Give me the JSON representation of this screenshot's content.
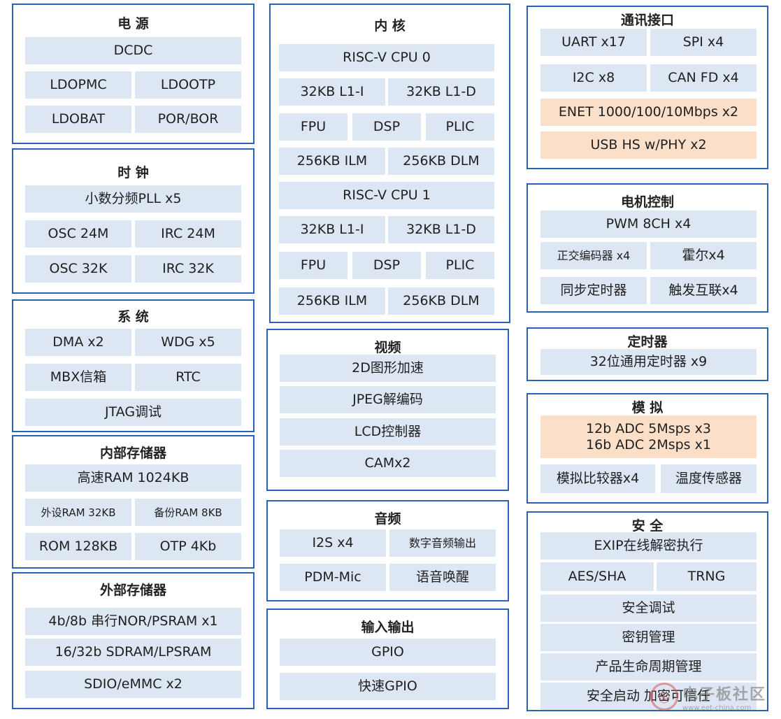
{
  "power": {
    "title": "电 源",
    "dcdc": "DCDC",
    "ldopmc": "LDOPMC",
    "ldootp": "LDOOTP",
    "ldobat": "LDOBAT",
    "porbor": "POR/BOR"
  },
  "clock": {
    "title": "时 钟",
    "pll": "小数分频PLL x5",
    "osc24m": "OSC 24M",
    "irc24m": "IRC 24M",
    "osc32k": "OSC 32K",
    "irc32k": "IRC 32K"
  },
  "system": {
    "title": "系 统",
    "dma": "DMA x2",
    "wdg": "WDG x5",
    "mbx": "MBX信箱",
    "rtc": "RTC",
    "jtag": "JTAG调试"
  },
  "internal_mem": {
    "title": "内部存储器",
    "ram": "高速RAM 1024KB",
    "periph_ram": "外设RAM 32KB",
    "backup_ram": "备份RAM 8KB",
    "rom": "ROM 128KB",
    "otp": "OTP 4Kb"
  },
  "external_mem": {
    "title": "外部存储器",
    "nor": "4b/8b 串行NOR/PSRAM x1",
    "sdram": "16/32b SDRAM/LPSRAM",
    "sdio": "SDIO/eMMC x2"
  },
  "core": {
    "title": "内 核",
    "cpu0": "RISC-V CPU 0",
    "cpu0_l1i": "32KB L1-I",
    "cpu0_l1d": "32KB L1-D",
    "cpu0_fpu": "FPU",
    "cpu0_dsp": "DSP",
    "cpu0_plic": "PLIC",
    "cpu0_ilm": "256KB ILM",
    "cpu0_dlm": "256KB DLM",
    "cpu1": "RISC-V CPU 1",
    "cpu1_l1i": "32KB L1-I",
    "cpu1_l1d": "32KB L1-D",
    "cpu1_fpu": "FPU",
    "cpu1_dsp": "DSP",
    "cpu1_plic": "PLIC",
    "cpu1_ilm": "256KB ILM",
    "cpu1_dlm": "256KB DLM"
  },
  "video": {
    "title": "视频",
    "gfx2d": "2D图形加速",
    "jpeg": "JPEG解编码",
    "lcd": "LCD控制器",
    "cam": "CAMx2"
  },
  "audio": {
    "title": "音频",
    "i2s": "I2S x4",
    "digital_out": "数字音频输出",
    "pdm": "PDM-Mic",
    "wake": "语音唤醒"
  },
  "io": {
    "title": "输入输出",
    "gpio": "GPIO",
    "fast_gpio": "快速GPIO"
  },
  "comm": {
    "title": "通讯接口",
    "uart": "UART x17",
    "spi": "SPI x4",
    "i2c": "I2C x8",
    "canfd": "CAN FD x4",
    "enet": "ENET 1000/100/10Mbps x2",
    "usb": "USB HS w/PHY x2"
  },
  "motor": {
    "title": "电机控制",
    "pwm": "PWM 8CH x4",
    "encoder": "正交编码器 x4",
    "hall": "霍尔x4",
    "sync_timer": "同步定时器",
    "trigger": "触发互联x4"
  },
  "timer": {
    "title": "定时器",
    "general": "32位通用定时器 x9"
  },
  "analog": {
    "title": "模 拟",
    "adc12": "12b ADC 5Msps x3",
    "adc16": "16b ADC 2Msps x1",
    "comparator": "模拟比较器x4",
    "temp": "温度传感器"
  },
  "security": {
    "title": "安 全",
    "exip": "EXIP在线解密执行",
    "aes": "AES/SHA",
    "trng": "TRNG",
    "debug": "安全调试",
    "key": "密钥管理",
    "lifecycle": "产品生命周期管理",
    "boot": "安全启动 加密可信任"
  },
  "watermark": {
    "text": "电子板社区",
    "url": "www.eet-china.com"
  },
  "colors": {
    "border": "#2a63b5",
    "cell": "#dde7f3",
    "highlight": "#fbdfc9"
  }
}
